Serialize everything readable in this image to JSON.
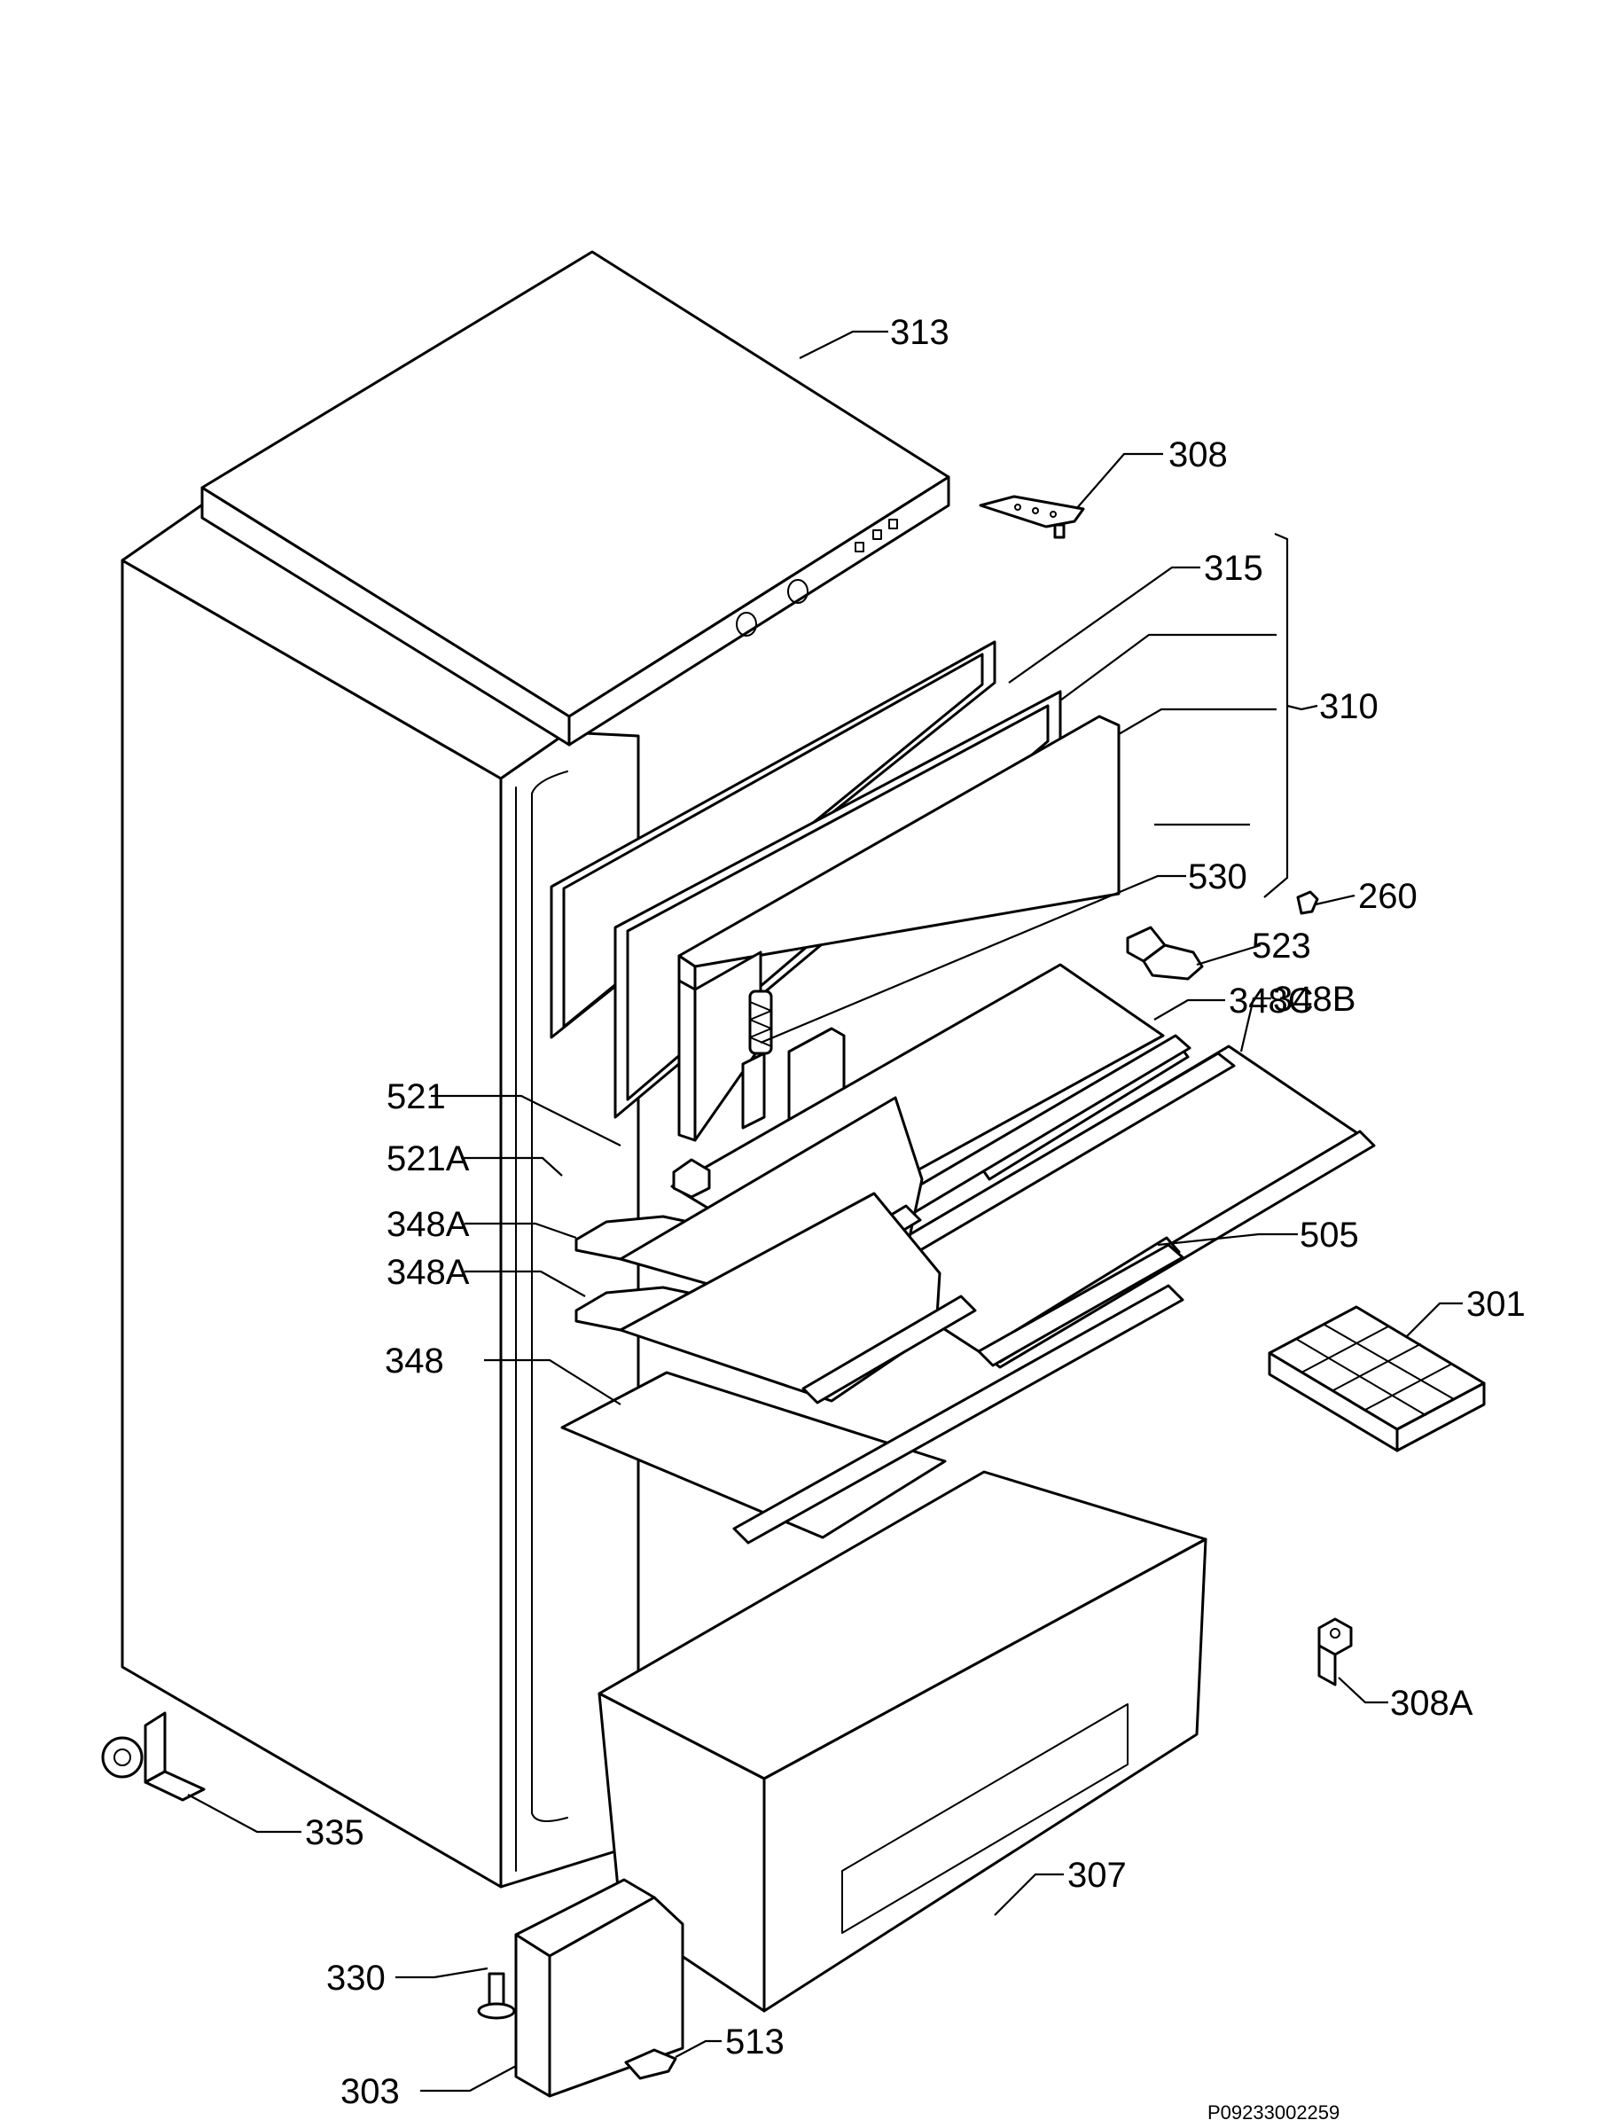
{
  "diagram": {
    "doc_code": "P09233002259",
    "parts": [
      {
        "id": "313",
        "label": "313"
      },
      {
        "id": "308",
        "label": "308"
      },
      {
        "id": "315",
        "label": "315"
      },
      {
        "id": "310",
        "label": "310"
      },
      {
        "id": "530",
        "label": "530"
      },
      {
        "id": "260",
        "label": "260"
      },
      {
        "id": "523",
        "label": "523"
      },
      {
        "id": "348C",
        "label": "348C"
      },
      {
        "id": "348B",
        "label": "348B"
      },
      {
        "id": "521",
        "label": "521"
      },
      {
        "id": "521A",
        "label": "521A"
      },
      {
        "id": "348A-1",
        "label": "348A"
      },
      {
        "id": "348A-2",
        "label": "348A"
      },
      {
        "id": "505",
        "label": "505"
      },
      {
        "id": "301",
        "label": "301"
      },
      {
        "id": "348",
        "label": "348"
      },
      {
        "id": "308A",
        "label": "308A"
      },
      {
        "id": "335",
        "label": "335"
      },
      {
        "id": "307",
        "label": "307"
      },
      {
        "id": "330",
        "label": "330"
      },
      {
        "id": "513",
        "label": "513"
      },
      {
        "id": "303",
        "label": "303"
      }
    ]
  }
}
